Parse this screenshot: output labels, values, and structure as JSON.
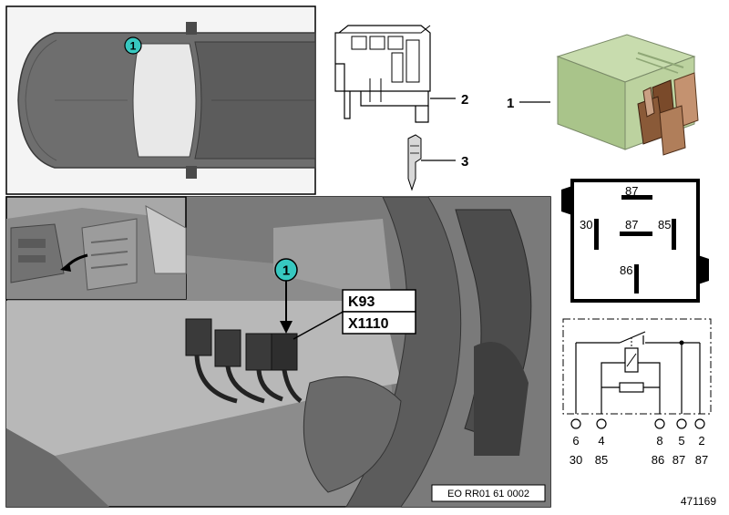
{
  "callouts": {
    "car_marker": "1",
    "engine_marker": "1",
    "connector_item": "2",
    "terminal_item": "3",
    "relay_item": "1"
  },
  "labels": {
    "relay_code": "K93",
    "connector_code": "X1110",
    "reference": "EO RR01 61 0002",
    "image_number": "471169"
  },
  "relay_face": {
    "top": "87",
    "left": "30",
    "center": "87",
    "right": "85",
    "bottom": "86"
  },
  "schematic": {
    "pins": [
      "6",
      "4",
      "8",
      "5",
      "2"
    ],
    "terminals": [
      "30",
      "85",
      "86",
      "87",
      "87"
    ]
  },
  "colors": {
    "marker_fill": "#37c8c0",
    "relay_body": "#b4cc98",
    "line": "#000000"
  }
}
